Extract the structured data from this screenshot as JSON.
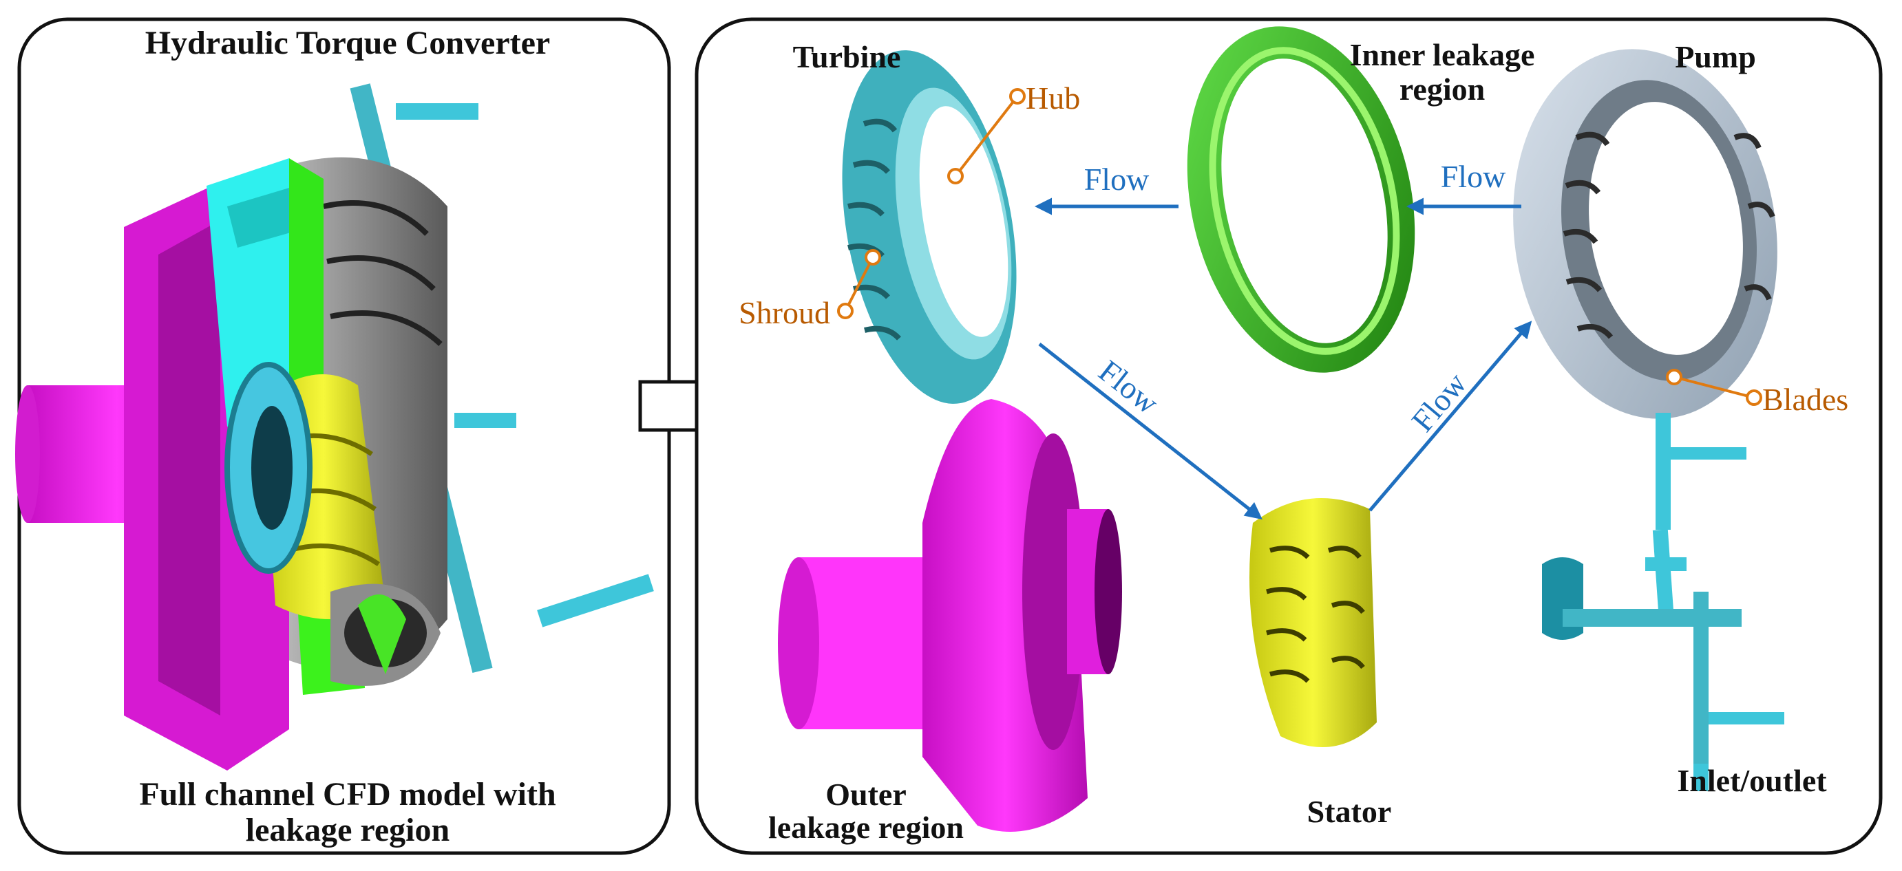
{
  "left_panel": {
    "title": "Hydraulic Torque Converter",
    "caption_line1": "Full channel CFD model with",
    "caption_line2": "leakage region"
  },
  "right_panel": {
    "components": {
      "turbine": "Turbine",
      "inner_leakage_line1": "Inner leakage",
      "inner_leakage_line2": "region",
      "pump": "Pump",
      "outer_leakage_line1": "Outer",
      "outer_leakage_line2": "leakage region",
      "stator": "Stator",
      "inlet_outlet": "Inlet/outlet"
    },
    "callouts": {
      "hub": "Hub",
      "shroud": "Shroud",
      "blades": "Blades"
    },
    "flow_label": "Flow"
  },
  "colors": {
    "turbine": "#3fb0bd",
    "inner_leakage": "#33b51a",
    "pump": "#aebfd0",
    "outer_leakage": "#e81fe3",
    "stator": "#e3e620",
    "inlet_outlet": "#3ec6da",
    "flow_arrow": "#1f6fbf",
    "callout": "#b85a00"
  },
  "icons": [
    "flow-arrow-icon",
    "transition-arrow-icon",
    "callout-marker-icon"
  ]
}
